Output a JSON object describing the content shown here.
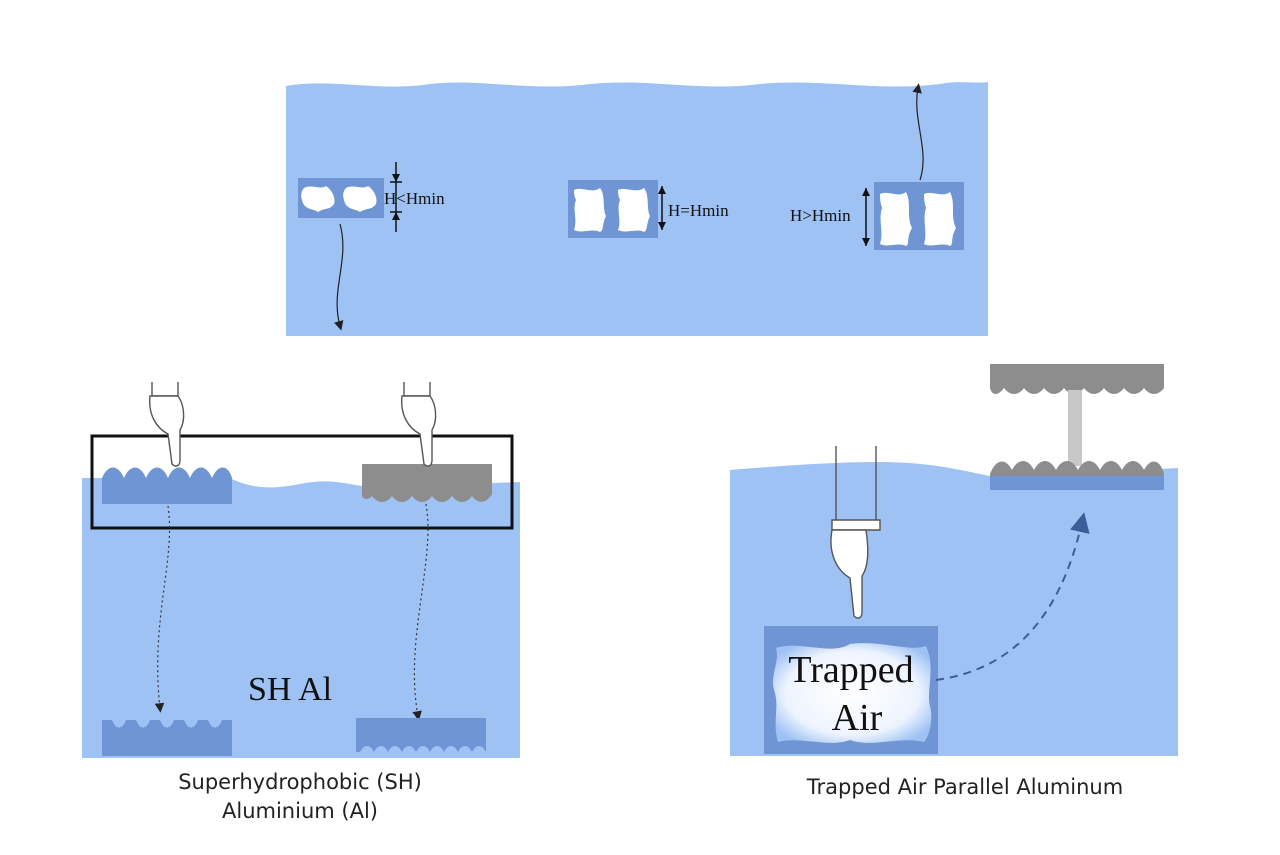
{
  "top_panel": {
    "label_less": "H<Hmin",
    "label_equal": "H=Hmin",
    "label_greater": "H>Hmin"
  },
  "left_panel": {
    "label": "SH Al",
    "caption_line1": "Superhydrophobic (SH)",
    "caption_line2": "Aluminium (Al)"
  },
  "right_panel": {
    "label_line1": "Trapped",
    "label_line2": "Air",
    "caption": "Trapped Air Parallel Aluminum"
  },
  "colors": {
    "water": "#9ec2f3",
    "plate_blue": "#6f95d4",
    "plate_gray": "#8d8d8d",
    "outline": "#111111"
  }
}
